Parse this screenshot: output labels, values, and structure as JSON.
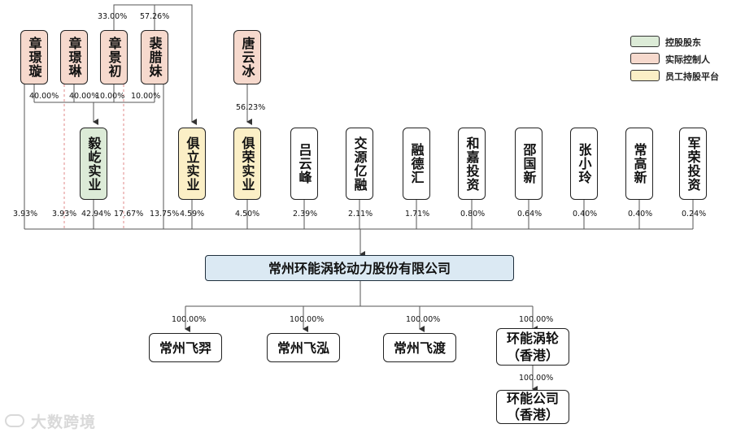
{
  "shareholders": {
    "persons": [
      {
        "name": "章璟璇"
      },
      {
        "name": "章璟琳"
      },
      {
        "name": "章景初"
      },
      {
        "name": "裴腊妹"
      },
      {
        "name": "唐云冰"
      }
    ],
    "platforms": [
      {
        "name": "毅屹实业"
      },
      {
        "name": "俱立实业"
      },
      {
        "name": "俱荣实业"
      }
    ],
    "companies": [
      {
        "name": "吕云峰"
      },
      {
        "name": "交源亿融"
      },
      {
        "name": "融德汇"
      },
      {
        "name": "和嘉投资"
      },
      {
        "name": "邵国新"
      },
      {
        "name": "张小玲"
      },
      {
        "name": "常高新"
      },
      {
        "name": "军荣投资"
      }
    ]
  },
  "upper_pct": {
    "p1": "33.00%",
    "p2": "57.26%",
    "yi_1": "40.00%",
    "yi_2": "40.00%",
    "yi_3": "10.00%",
    "yi_4": "10.00%",
    "tang": "56.23%"
  },
  "holdings_pct": [
    "3.93%",
    "3.93%",
    "42.94%",
    "17.67%",
    "13.75%",
    "4.59%",
    "4.50%",
    "2.39%",
    "2.11%",
    "1.71%",
    "0.80%",
    "0.64%",
    "0.40%",
    "0.40%",
    "0.24%"
  ],
  "main_company": {
    "name": "常州环能涡轮动力股份有限公司"
  },
  "subsidiaries": [
    {
      "name": "常州飞羿",
      "pct": "100.00%"
    },
    {
      "name": "常州飞泓",
      "pct": "100.00%"
    },
    {
      "name": "常州飞渡",
      "pct": "100.00%"
    },
    {
      "name": "环能涡轮\n（香港）",
      "pct": "100.00%"
    }
  ],
  "sub_sub": {
    "name": "环能公司\n（香港）",
    "pct": "100.00%"
  },
  "legend": [
    {
      "label": "控股股东",
      "color": "#dcebd7"
    },
    {
      "label": "实际控制人",
      "color": "#f6d9cd"
    },
    {
      "label": "员工持股平台",
      "color": "#fbefc6"
    }
  ],
  "watermark": {
    "text": "大数跨境"
  }
}
